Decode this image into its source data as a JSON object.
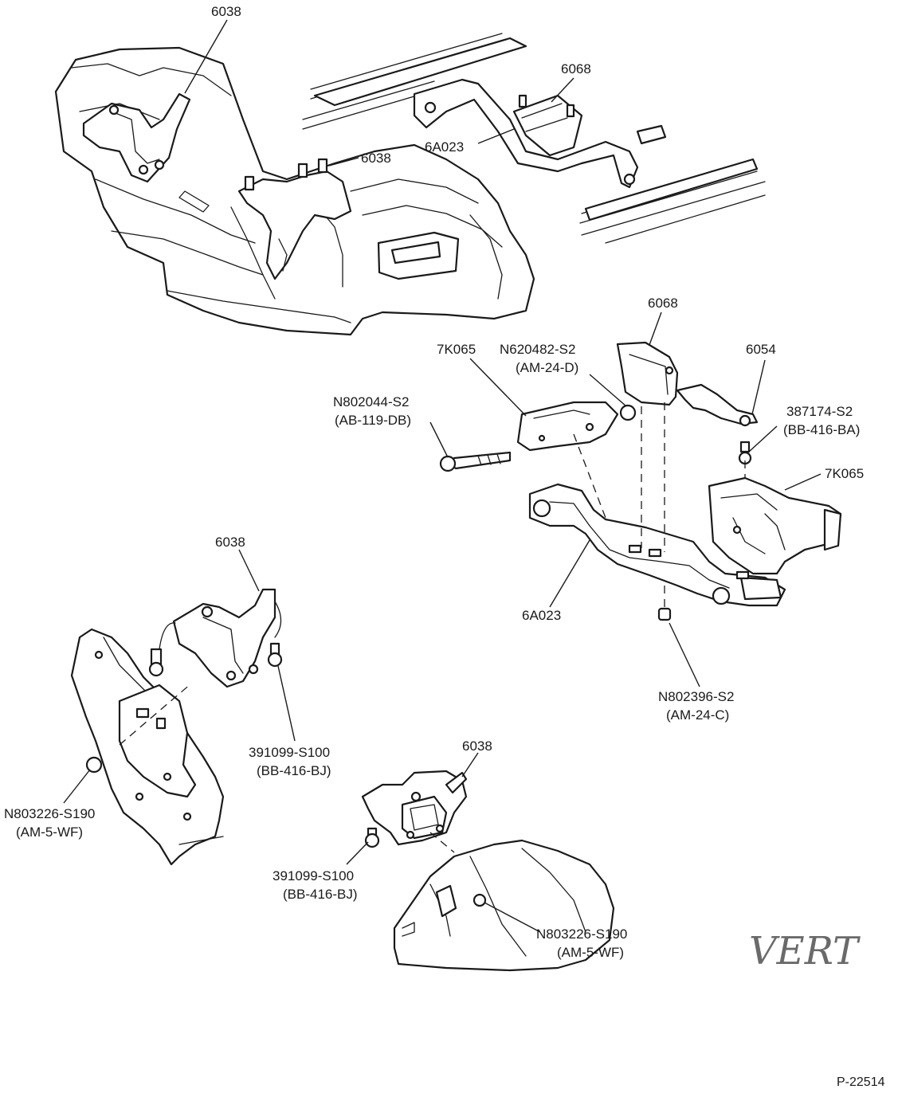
{
  "diagram": {
    "callouts": {
      "top_left_mount": "6038",
      "top_left_stud_mount": "6038",
      "top_right_insulator": "6068",
      "top_right_crossmember": "6A023",
      "exploded_insulator": "6068",
      "exploded_bracket_left": "7K065",
      "exploded_nut": "N620482-S2",
      "exploded_nut_code": "(AM-24-D)",
      "exploded_damper": "6054",
      "exploded_bolt": "N802044-S2",
      "exploded_bolt_code": "(AB-119-DB)",
      "exploded_screw": "387174-S2",
      "exploded_screw_code": "(BB-416-BA)",
      "exploded_bracket_right": "7K065",
      "exploded_crossmember": "6A023",
      "exploded_bottom_nut": "N802396-S2",
      "exploded_bottom_nut_code": "(AM-24-C)",
      "left_mount": "6038",
      "left_bolt": "391099-S100",
      "left_bolt_code": "(BB-416-BJ)",
      "left_nut": "N803226-S190",
      "left_nut_code": "(AM-5-WF)",
      "bottom_mount": "6038",
      "bottom_bolt": "391099-S100",
      "bottom_bolt_code": "(BB-416-BJ)",
      "bottom_nut": "N803226-S190",
      "bottom_nut_code": "(AM-5-WF)"
    },
    "handwritten_note": "VERT",
    "figure_reference": "P-22514"
  }
}
